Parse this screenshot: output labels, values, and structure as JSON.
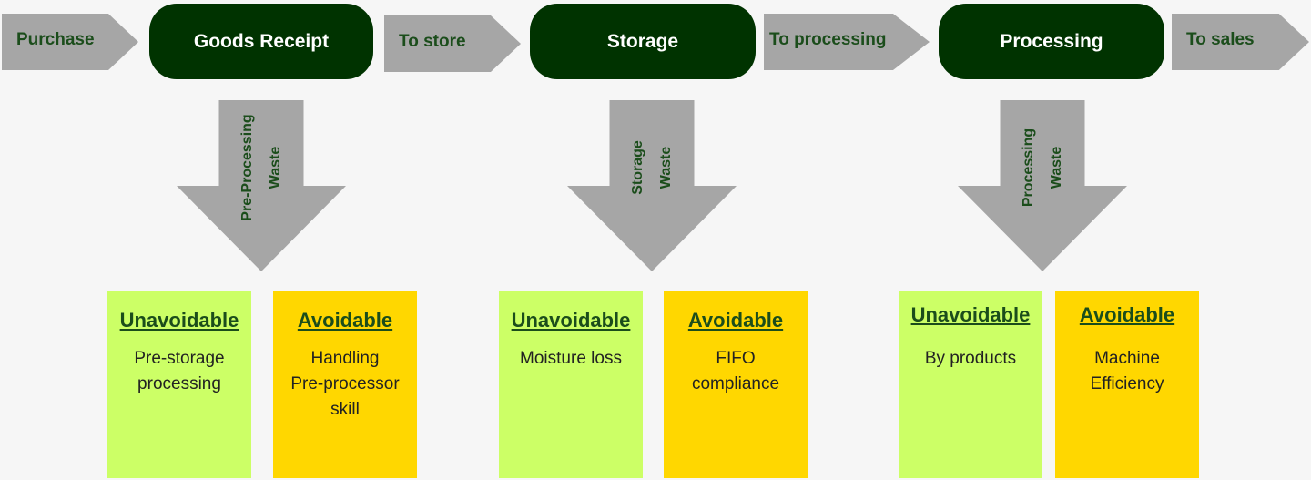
{
  "flow": {
    "purchase": "Purchase",
    "goods_receipt": "Goods Receipt",
    "to_store": "To store",
    "storage": "Storage",
    "to_processing": "To processing",
    "processing": "Processing",
    "to_sales": "To sales"
  },
  "waste": {
    "pre_processing": [
      "Pre-Processing",
      "Waste"
    ],
    "storage": [
      "Storage",
      "Waste"
    ],
    "processing": [
      "Processing",
      "Waste"
    ]
  },
  "categories": {
    "receipt": {
      "unavoidable": {
        "title": "Unavoidable",
        "lines": [
          "Pre-storage",
          "processing"
        ]
      },
      "avoidable": {
        "title": "Avoidable",
        "lines": [
          "Handling",
          "Pre-processor",
          "skill"
        ]
      }
    },
    "storage": {
      "unavoidable": {
        "title": "Unavoidable",
        "lines": [
          "Moisture loss"
        ]
      },
      "avoidable": {
        "title": "Avoidable",
        "lines": [
          "FIFO",
          "compliance"
        ]
      }
    },
    "processing": {
      "unavoidable": {
        "title": "Unavoidable",
        "lines": [
          "By products"
        ]
      },
      "avoidable": {
        "title": "Avoidable",
        "lines": [
          "Machine",
          "Efficiency"
        ]
      }
    }
  },
  "colors": {
    "stage": "#003300",
    "arrow": "#a6a6a6",
    "unavoidable": "#ccff66",
    "avoidable": "#ffd700",
    "label_text": "#1b4d1b"
  }
}
